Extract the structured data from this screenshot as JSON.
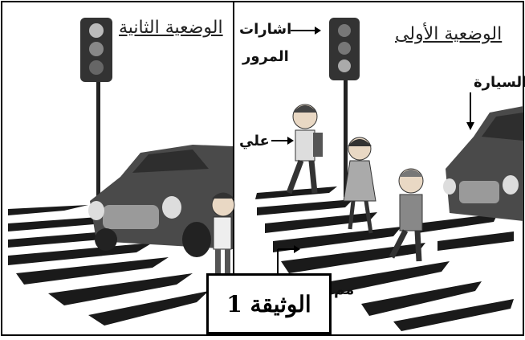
{
  "left_panel": {
    "title": "الوضعية الثانية"
  },
  "right_panel": {
    "title": "الوضعية الأولى",
    "labels": {
      "traffic_lights_line1": "اشارات",
      "traffic_lights_line2": "المرور",
      "car": "السيارة",
      "ali": "علي",
      "crossing_partial": "مم"
    }
  },
  "document": {
    "label": "الوثيقة 1"
  },
  "colors": {
    "ink": "#111111",
    "car_body": "#4a4a4a",
    "road_stripe": "#1a1a1a"
  }
}
